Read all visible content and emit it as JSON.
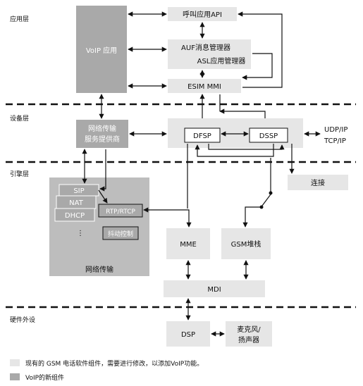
{
  "layers": {
    "app": "应用层",
    "device": "设备层",
    "engine": "引擎层",
    "hardware": "硬件外设"
  },
  "boxes": {
    "voip_app": "VoIP 应用",
    "call_api": "呼叫应用API",
    "auf": "AUF消息管理器",
    "asl": "ASL应用管理器",
    "esim": "ESIM MMI",
    "net_provider_1": "网络传输",
    "net_provider_2": "服务提供商",
    "dfsp": "DFSP",
    "dssp": "DSSP",
    "udp": "UDP/IP",
    "tcp": "TCP/IP",
    "connect": "连接",
    "sip": "SIP",
    "nat": "NAT",
    "dhcp": "DHCP",
    "ellipsis": "⋮",
    "rtp": "RTP/RTCP",
    "jitter": "抖动控制",
    "net_transport": "网络传输",
    "mme": "MME",
    "gsm": "GSM堆栈",
    "mdi": "MDI",
    "dsp": "DSP",
    "mic_1": "麦克风/",
    "mic_2": "扬声器"
  },
  "legend": {
    "existing": "现有的 GSM 电话软件组件，需要进行修改，以添加VoIP功能。",
    "new": "VoIP的新组件"
  },
  "colors": {
    "existing_fill": "#e6e6e6",
    "new_fill": "#a9a9a9",
    "dark_panel": "#bdbdbd",
    "line": "#111111"
  }
}
